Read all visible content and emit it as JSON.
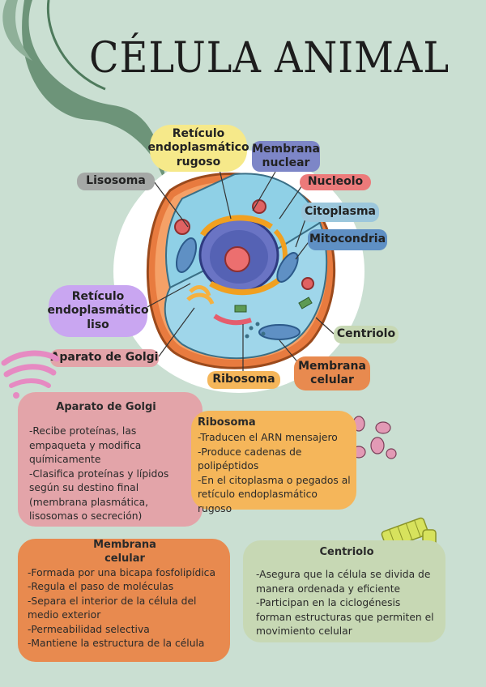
{
  "title": "CÉLULA ANIMAL",
  "colors": {
    "background": "#cadfd2",
    "leaf": "#6d9479",
    "reticulo_rugoso": "#f6e98a",
    "membrana_nuclear": "#7d86c7",
    "lisosoma": "#a5a8a6",
    "nucleolo": "#ec7a7a",
    "citoplasma": "#9cc7dc",
    "mitocondria": "#5f90c4",
    "reticulo_liso": "#c9a6f1",
    "golgi": "#e3a4a9",
    "centriolo": "#c7d8b4",
    "membrana_celular": "#e88a4f",
    "ribosoma": "#f5b65a"
  },
  "labels": {
    "reticulo_rugoso": "Retículo endoplasmático rugoso",
    "membrana_nuclear": "Membrana nuclear",
    "lisosoma": "Lisosoma",
    "nucleolo": "Nucleolo",
    "citoplasma": "Citoplasma",
    "mitocondria": "Mitocondria",
    "reticulo_liso": "Retículo endoplasmático liso",
    "centriolo": "Centriolo",
    "golgi": "Aparato de Golgi",
    "membrana_celular": "Membrana celular",
    "ribosoma": "Ribosoma"
  },
  "cards": {
    "golgi": {
      "title": "Aparato de Golgi",
      "items": [
        "-Recibe proteínas, las empaqueta y modifica químicamente",
        "-Clasifica proteínas y lípidos según su destino final (membrana plasmática, lisosomas o secreción)"
      ]
    },
    "ribosoma": {
      "title": "Ribosoma",
      "items": [
        "-Traducen el ARN mensajero",
        "-Produce cadenas de polipéptidos",
        "-En el citoplasma o pegados al retículo endoplasmático rugoso"
      ]
    },
    "membrana": {
      "title": "Membrana celular",
      "items": [
        "-Formada por una bicapa fosfolipídica",
        "-Regula el paso de moléculas",
        "-Separa el interior de la célula del medio exterior",
        "-Permeabilidad selectiva",
        "-Mantiene la estructura de la célula"
      ]
    },
    "centriolo": {
      "title": "Centriolo",
      "items": [
        "-Asegura que la célula se divida de manera ordenada y eficiente",
        "-Participan en la ciclogénesis forman estructuras que permiten el movimiento celular"
      ]
    }
  }
}
